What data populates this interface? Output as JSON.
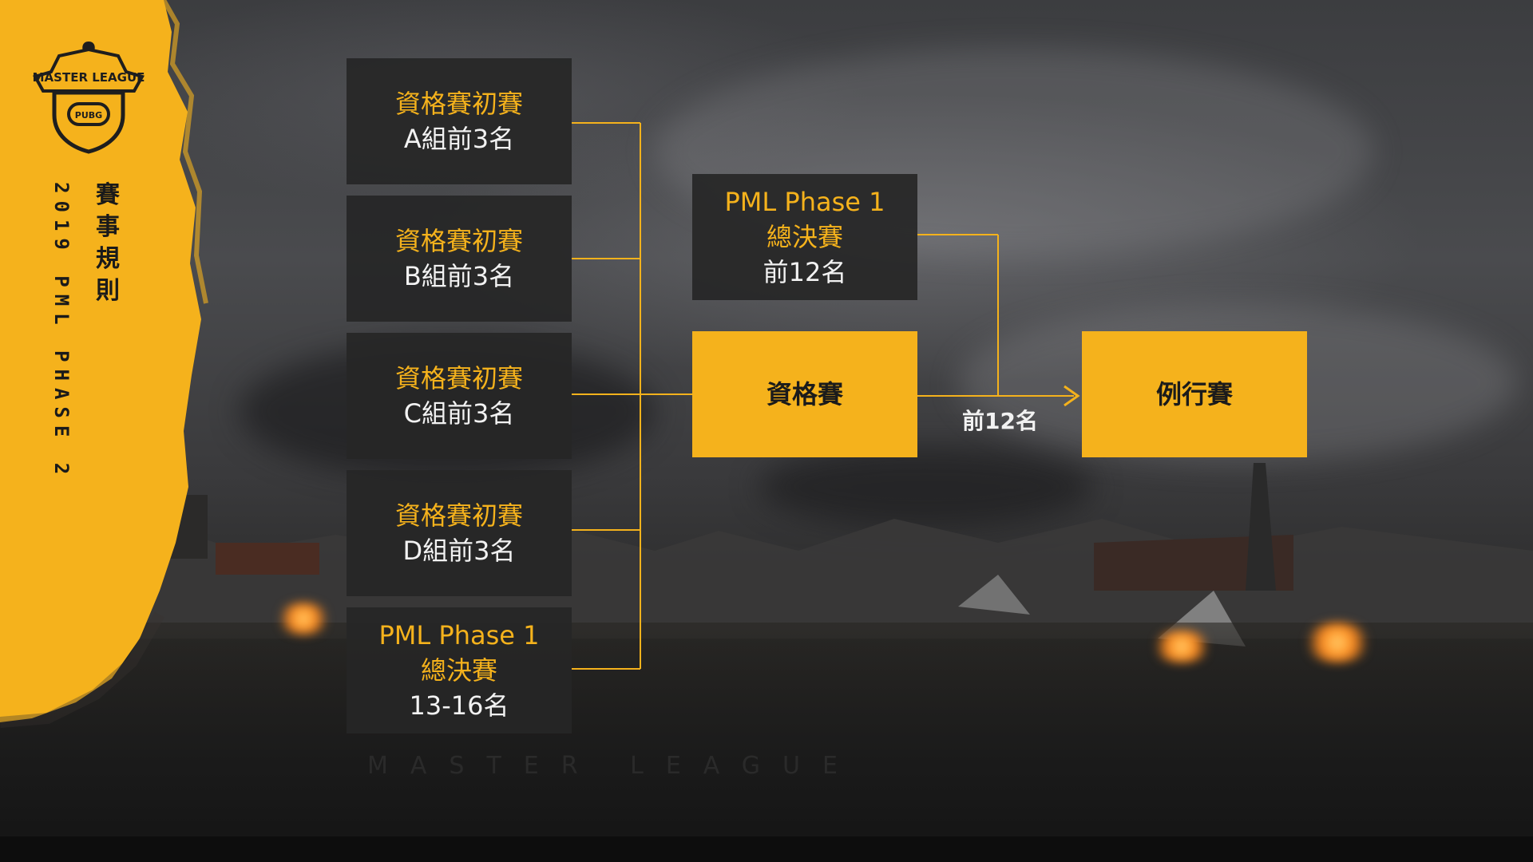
{
  "brand": {
    "logo_text": "MASTER LEAGUE",
    "logo_badge": "PUBG",
    "vertical_title": "賽事規則",
    "vertical_subtitle": "2019 PML PHASE 2"
  },
  "colors": {
    "accent": "#f5b21c",
    "box_dark": "#262626",
    "text_light": "#f2f2f2"
  },
  "bracket": {
    "qualifiers": [
      {
        "title": "資格賽初賽",
        "detail": "A組前3名"
      },
      {
        "title": "資格賽初賽",
        "detail": "B組前3名"
      },
      {
        "title": "資格賽初賽",
        "detail": "C組前3名"
      },
      {
        "title": "資格賽初賽",
        "detail": "D組前3名"
      },
      {
        "title": "PML Phase 1",
        "subtitle": "總決賽",
        "detail": "13-16名"
      }
    ],
    "phase1_finals": {
      "title": "PML Phase 1",
      "subtitle": "總決賽",
      "detail": "前12名"
    },
    "qualifier_stage": {
      "label": "資格賽"
    },
    "advance_label": "前12名",
    "regular_season": {
      "label": "例行賽"
    }
  },
  "background_watermark": "MASTER LEAGUE"
}
